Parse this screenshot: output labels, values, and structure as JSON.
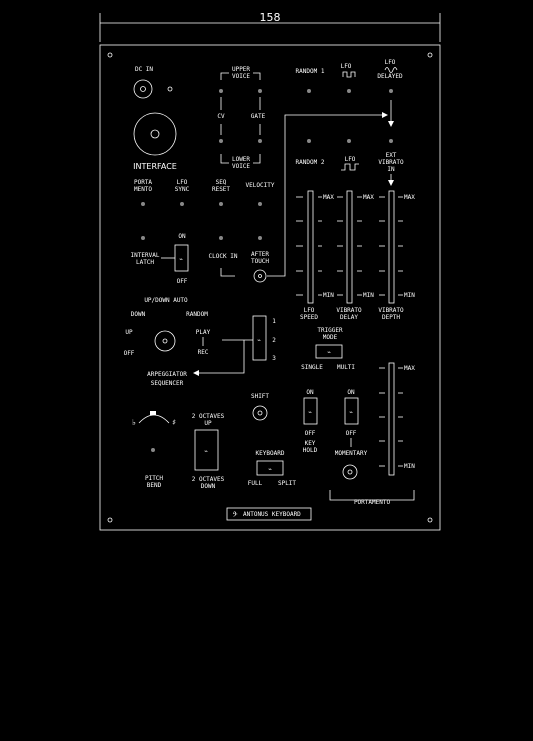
{
  "dimension": {
    "width_label": "158"
  },
  "labels": {
    "dc_in": "DC IN",
    "interface": "INTERFACE",
    "upper_voice_1": "UPPER",
    "upper_voice_2": "VOICE",
    "lower_voice_1": "LOWER",
    "lower_voice_2": "VOICE",
    "cv": "CV",
    "gate": "GATE",
    "random1": "RANDOM 1",
    "lfo_top": "LFO",
    "lfo_delayed_1": "LFO",
    "lfo_delayed_2": "DELAYED",
    "random2": "RANDOM 2",
    "lfo_mid": "LFO",
    "ext_vibrato_1": "EXT",
    "ext_vibrato_2": "VIBRATO",
    "ext_vibrato_3": "IN",
    "portamento_1": "PORTA",
    "portamento_2": "MENTO",
    "lfo_sync_1": "LFO",
    "lfo_sync_2": "SYNC",
    "seq_reset_1": "SEQ",
    "seq_reset_2": "RESET",
    "velocity": "VELOCITY",
    "on": "ON",
    "off": "OFF",
    "interval_latch_1": "INTERVAL",
    "interval_latch_2": "LATCH",
    "clock_in": "CLOCK IN",
    "after_touch_1": "AFTER",
    "after_touch_2": "TOUCH",
    "up_down_auto": "UP/DOWN AUTO",
    "down": "DOWN",
    "random": "RANDOM",
    "up": "UP",
    "arp_off": "OFF",
    "play": "PLAY",
    "rec": "REC",
    "sw1": "1",
    "sw2": "2",
    "sw3": "3",
    "arpeggiator": "ARPEGGIATOR",
    "sequencer": "SEQUENCER",
    "max": "MAX",
    "min": "MIN",
    "lfo_speed_1": "LFO",
    "lfo_speed_2": "SPEED",
    "vibrato_delay_1": "VIBRATO",
    "vibrato_delay_2": "DELAY",
    "vibrato_depth_1": "VIBRATO",
    "vibrato_depth_2": "DEPTH",
    "trigger_mode_1": "TRIGGER",
    "trigger_mode_2": "MODE",
    "single": "SINGLE",
    "multi": "MULTI",
    "flat": "♭",
    "sharp": "♯",
    "octaves_up_1": "2 OCTAVES",
    "octaves_up_2": "UP",
    "octaves_down_1": "2 OCTAVES",
    "octaves_down_2": "DOWN",
    "shift": "SHIFT",
    "key_hold_1": "KEY",
    "key_hold_2": "HOLD",
    "momentary": "MOMENTARY",
    "keyboard": "KEYBOARD",
    "full": "FULL",
    "split": "SPLIT",
    "pitch_bend_1": "PITCH",
    "pitch_bend_2": "BEND",
    "portamento_bottom": "PORTAMENTO",
    "brand": "ANTONUS KEYBOARD"
  },
  "colors": {
    "background": "#000000",
    "line": "#ffffff"
  }
}
